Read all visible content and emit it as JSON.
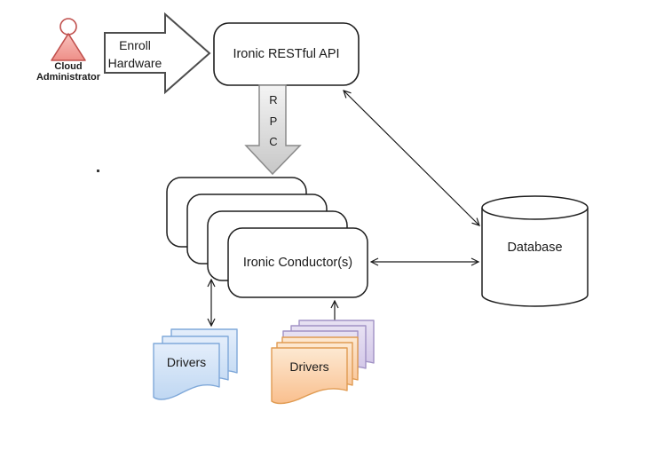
{
  "actor": {
    "label": "Cloud Administrator"
  },
  "enroll": {
    "label": "Enroll Hardware"
  },
  "api": {
    "label": "Ironic RESTful API"
  },
  "rpc": {
    "letters": [
      "R",
      "P",
      "C"
    ]
  },
  "conductor": {
    "label": "Ironic Conductor(s)"
  },
  "database": {
    "label": "Database"
  },
  "drivers_left": {
    "label": "Drivers"
  },
  "drivers_right": {
    "label": "Drivers"
  },
  "colors": {
    "line": "#1a1a1a",
    "box_stroke": "#1f1f1f",
    "enroll_stroke": "#4d4d4d",
    "actor_fill_top": "#f8c1bc",
    "actor_fill_bottom": "#ee8f88",
    "actor_stroke": "#c0504d",
    "rpc_fill_top": "#f4f4f4",
    "rpc_fill_bottom": "#c7c7c7",
    "rpc_stroke": "#8a8a8a",
    "blue_doc_top": "#e4eefb",
    "blue_doc_bottom": "#bfd7f2",
    "blue_doc_stroke": "#7fa8d9",
    "purple_doc_top": "#e8e2f3",
    "purple_doc_bottom": "#cdc0e5",
    "purple_doc_stroke": "#a192c5",
    "orange_doc_top": "#fde9d2",
    "orange_doc_bottom": "#f9bf8e",
    "orange_doc_stroke": "#e09b52"
  }
}
